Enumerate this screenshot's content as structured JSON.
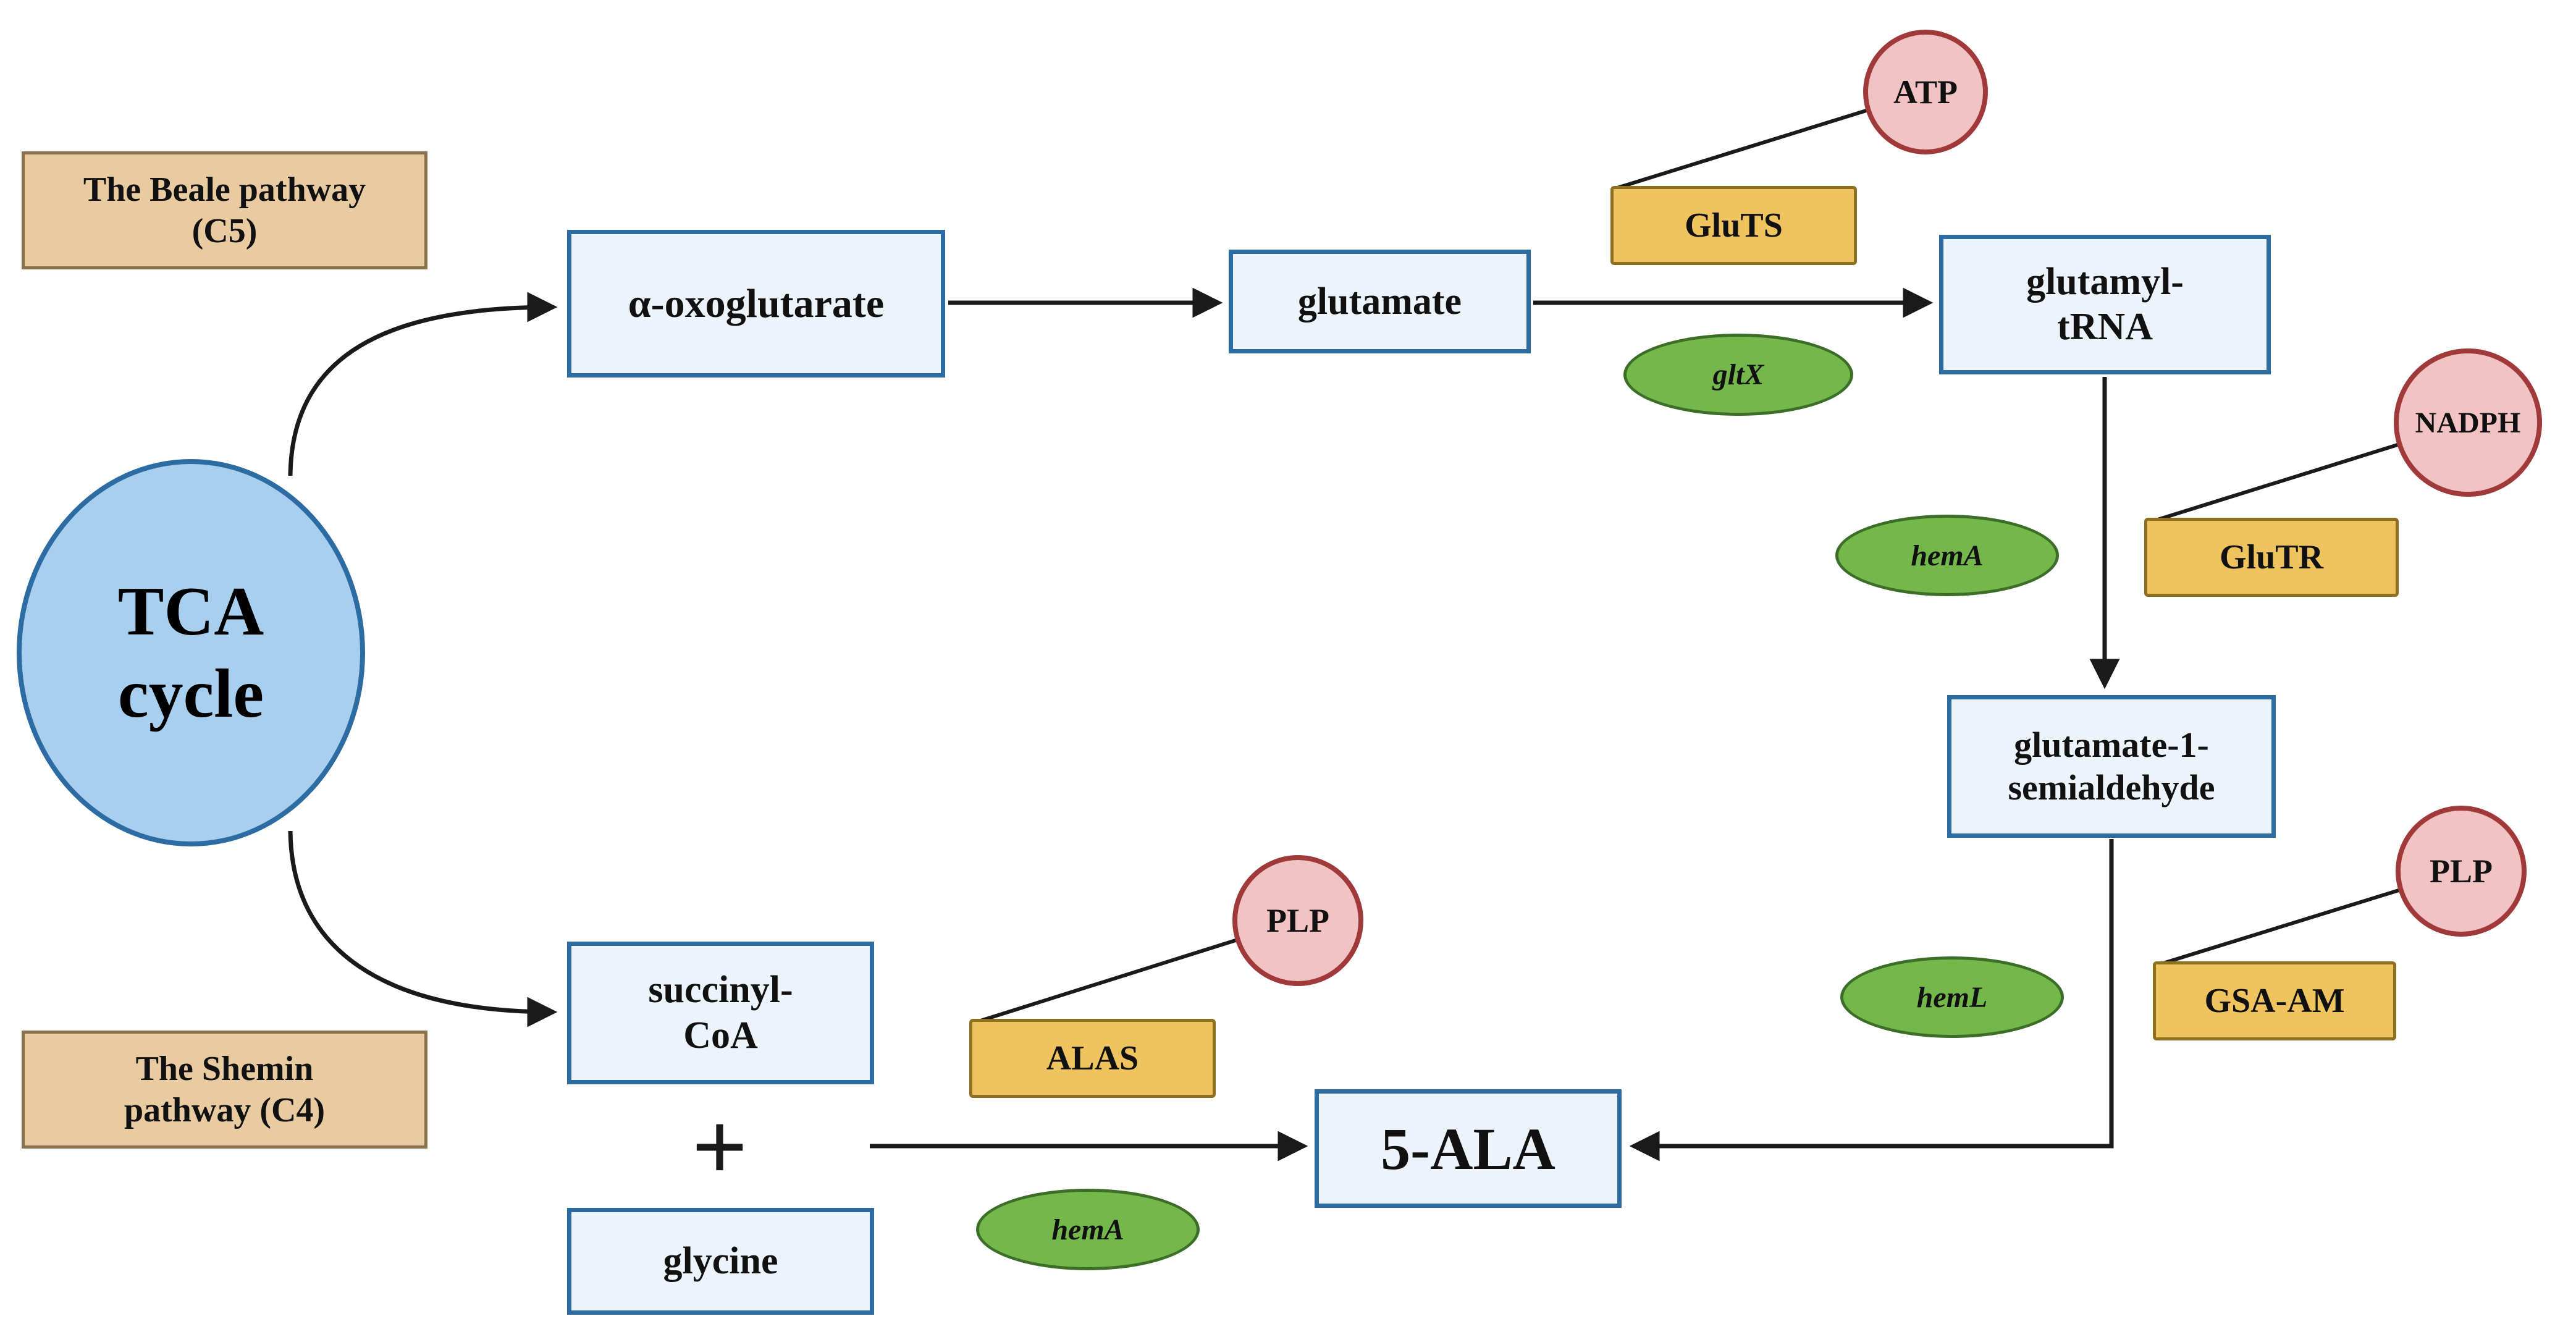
{
  "nodes": {
    "tca": {
      "label": "TCA\ncycle"
    },
    "beale": {
      "label": "The Beale pathway\n(C5)"
    },
    "shemin": {
      "label": "The Shemin\npathway (C4)"
    },
    "oxoglutarate": {
      "label": "α-oxoglutarate"
    },
    "glutamate": {
      "label": "glutamate"
    },
    "glutamyl_trna": {
      "label": "glutamyl-\ntRNA"
    },
    "glutamate_semialdehyde": {
      "label": "glutamate-1-\nsemialdehyde"
    },
    "succinyl_coa": {
      "label": "succinyl-\nCoA"
    },
    "glycine": {
      "label": "glycine"
    },
    "ala": {
      "label": "5-ALA"
    },
    "plus": {
      "label": "+"
    }
  },
  "enzymes": {
    "gluts": {
      "label": "GluTS"
    },
    "glutr": {
      "label": "GluTR"
    },
    "gsaam": {
      "label": "GSA-AM"
    },
    "alas": {
      "label": "ALAS"
    }
  },
  "genes": {
    "gltx": {
      "label": "gltX"
    },
    "hema_upper": {
      "label": "hemA"
    },
    "heml": {
      "label": "hemL"
    },
    "hema_lower": {
      "label": "hemA"
    }
  },
  "cofactors": {
    "atp": {
      "label": "ATP"
    },
    "nadph": {
      "label": "NADPH"
    },
    "plp_right": {
      "label": "PLP"
    },
    "plp_left": {
      "label": "PLP"
    }
  },
  "colors": {
    "metabolite_fill": "#edf3fb",
    "metabolite_border": "#2d6ca3",
    "enzyme_fill": "#efc45f",
    "enzyme_border": "#8f7020",
    "gene_fill": "#74b74a",
    "gene_border": "#3c6e28",
    "cofactor_fill": "#f2c3c3",
    "cofactor_border": "#a03a3a",
    "tca_fill": "#a8cfee",
    "tca_border": "#2d6ca3",
    "pathway_fill": "#e8cba1",
    "pathway_border": "#8a6f4e",
    "arrow": "#1a1a1a"
  }
}
